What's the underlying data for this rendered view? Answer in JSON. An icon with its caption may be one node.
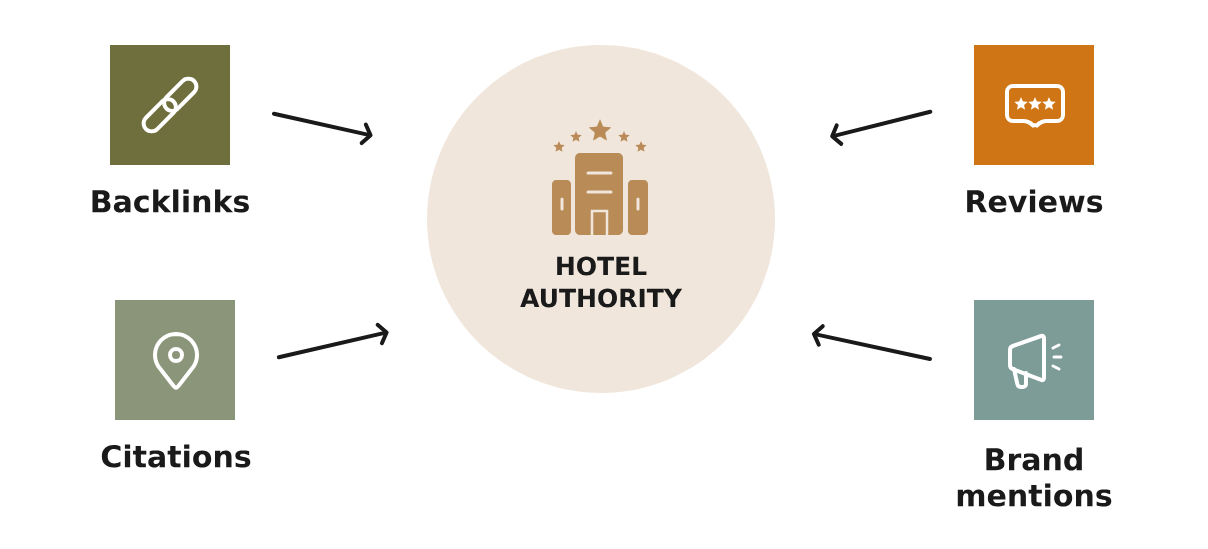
{
  "diagram": {
    "nodes": [
      {
        "text": [
          "HOTEL AUTHORITY"
        ]
      },
      {
        "text": [
          "Backlinks"
        ]
      },
      {
        "text": [
          "Reviews"
        ]
      },
      {
        "text": [
          "Citations"
        ]
      },
      {
        "text": [
          "Brand mentions"
        ]
      }
    ],
    "edges": [
      {
        "from": 1,
        "to": 0,
        "arrow": "to"
      },
      {
        "from": 2,
        "to": 0,
        "arrow": "to"
      },
      {
        "from": 3,
        "to": 0,
        "arrow": "to"
      },
      {
        "from": 4,
        "to": 0,
        "arrow": "to"
      }
    ]
  }
}
